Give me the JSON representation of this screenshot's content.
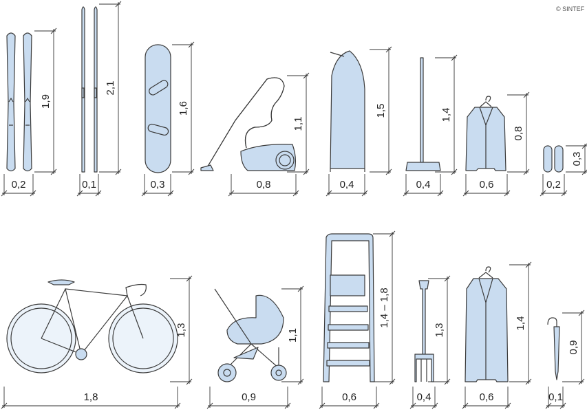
{
  "copyright": "© SINTEF",
  "items": [
    {
      "name": "skis",
      "height": "1,9",
      "width": "0,2"
    },
    {
      "name": "cross-country-skis",
      "height": "2,1",
      "width": "0,1"
    },
    {
      "name": "snowboard",
      "height": "1,6",
      "width": "0,3"
    },
    {
      "name": "vacuum-cleaner",
      "height": "1,1",
      "width": "0,8"
    },
    {
      "name": "ironing-board",
      "height": "1,5",
      "width": "0,4"
    },
    {
      "name": "broom",
      "height": "1,4",
      "width": "0,4"
    },
    {
      "name": "jacket-on-hanger",
      "height": "0,8",
      "width": "0,6"
    },
    {
      "name": "shoes",
      "height": "0,3",
      "width": "0,2"
    },
    {
      "name": "bicycle",
      "height": "1,3",
      "width": "1,8"
    },
    {
      "name": "pram",
      "height": "1,1",
      "width": "0,9"
    },
    {
      "name": "step-ladder",
      "height": "1,4 – 1,8",
      "width": "0,6"
    },
    {
      "name": "garden-fork",
      "height": "1,3",
      "width": "0,4"
    },
    {
      "name": "long-coat-on-hanger",
      "height": "1,4",
      "width": "0,6"
    },
    {
      "name": "umbrella",
      "height": "0,9",
      "width": "0,1"
    }
  ]
}
